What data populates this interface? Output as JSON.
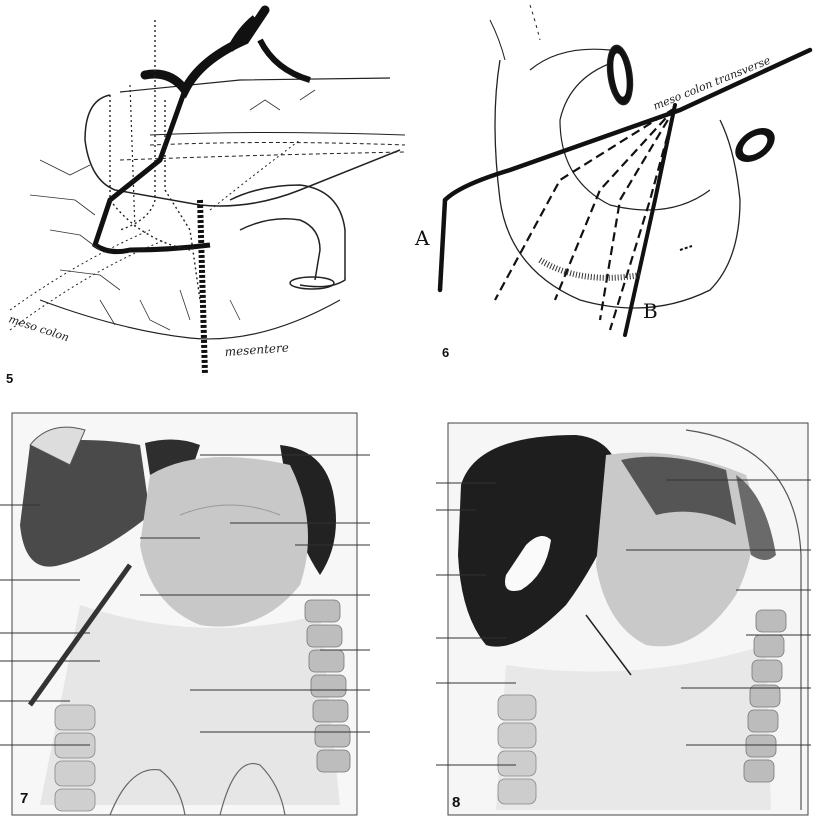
{
  "figures": [
    {
      "number": "5",
      "labels": {
        "left": "meso colon",
        "right": "mesentere"
      }
    },
    {
      "number": "6",
      "labels": {
        "top": "meso colon  transverse",
        "a": "A",
        "b": "B"
      }
    },
    {
      "number": "7"
    },
    {
      "number": "8"
    }
  ]
}
